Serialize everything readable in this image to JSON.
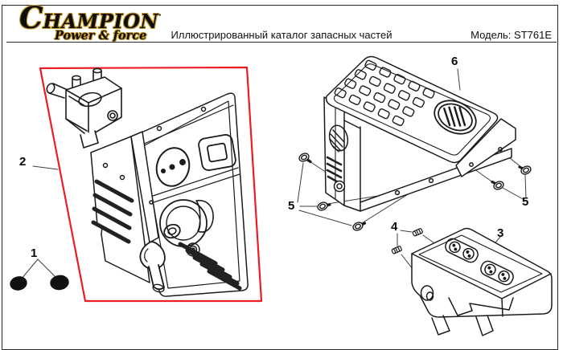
{
  "page": {
    "brand": {
      "name_initial": "C",
      "name_rest": "HAMPION",
      "reg_mark": "·",
      "tagline": "Power & force"
    },
    "title": "Иллюстрированный каталог запасных частей",
    "model": "Модель: ST761E"
  },
  "diagram": {
    "callouts": [
      {
        "label": "1"
      },
      {
        "label": "2"
      },
      {
        "label": "3"
      },
      {
        "label": "4"
      },
      {
        "label": "5"
      },
      {
        "label": "5"
      },
      {
        "label": "6"
      }
    ],
    "highlight_color": "#ed1c24",
    "line_color": "#1b1b1b"
  },
  "colors": {
    "brand_black": "#0d0d0d",
    "brand_gold": "#c79b2b",
    "border": "#272727",
    "red_box": "#ed1c24"
  }
}
